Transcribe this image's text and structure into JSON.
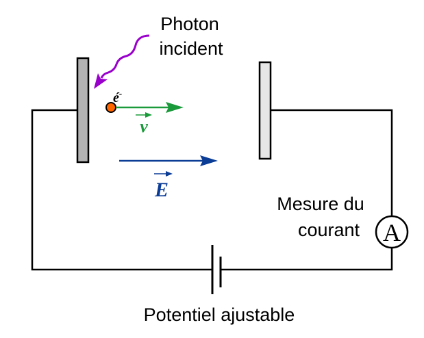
{
  "diagram": {
    "title": "Photoelectric effect circuit",
    "labels": {
      "photon_line1": "Photon",
      "photon_line2": "incident",
      "electron": "é",
      "electron_charge": "-",
      "velocity": "v",
      "field": "E",
      "measure_line1": "Mesure du",
      "measure_line2": "courant",
      "ammeter": "A",
      "potential": "Potentiel ajustable"
    },
    "colors": {
      "photon": "#9900cc",
      "velocity": "#1a9a3a",
      "field": "#0b3c96",
      "electron": "#ff6600",
      "emitter_plate": "#b3b3b3",
      "collector_plate": "#e6e6e6",
      "wire": "#000000"
    },
    "components": [
      "emitter-plate",
      "collector-plate",
      "battery",
      "ammeter",
      "wires"
    ]
  }
}
